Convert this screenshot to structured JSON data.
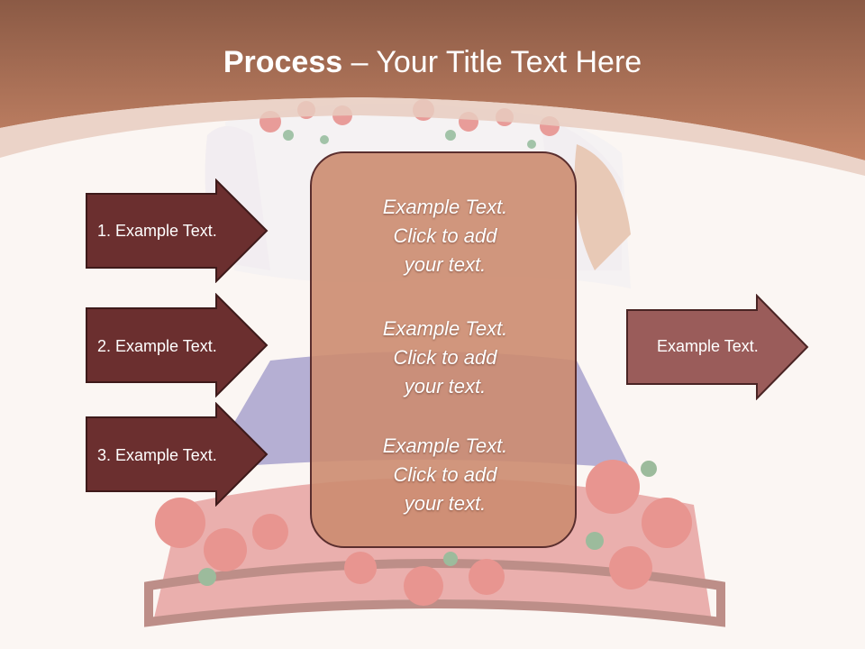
{
  "title": {
    "bold": "Process",
    "rest": " – Your Title Text Here"
  },
  "left_arrows": [
    {
      "label": "1. Example Text."
    },
    {
      "label": "2. Example Text."
    },
    {
      "label": "3. Example Text."
    }
  ],
  "right_arrow": {
    "label": "Example Text."
  },
  "center_box": {
    "blocks": [
      {
        "lines": [
          "Example Text.",
          "Click  to add",
          "your text."
        ]
      },
      {
        "lines": [
          "Example Text.",
          "Click  to add",
          "your text."
        ]
      },
      {
        "lines": [
          "Example Text.",
          "Click  to add",
          "your text."
        ]
      }
    ]
  },
  "colors": {
    "header_top": "#8b5a45",
    "header_bottom": "#c27e60",
    "arrow_dark": "#6b2f2f",
    "arrow_right": "#9a5c5a",
    "box_fill": "#cc8c70",
    "background": "#fbf6f3"
  }
}
